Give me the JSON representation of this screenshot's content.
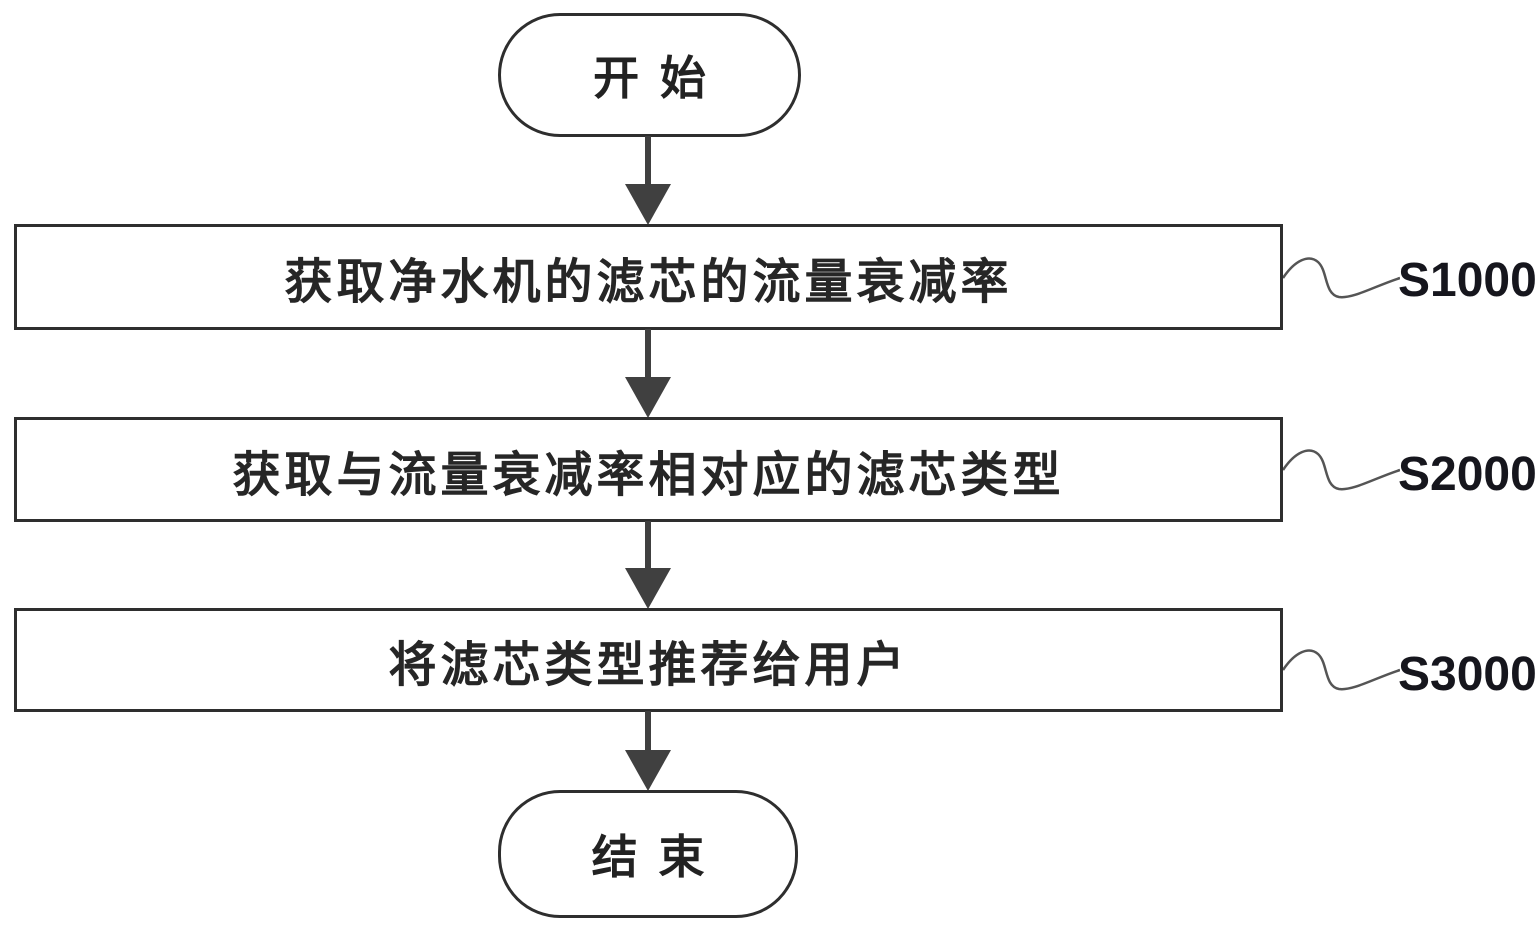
{
  "diagram": {
    "type": "flowchart",
    "start_label": "开始",
    "end_label": "结束",
    "steps": [
      {
        "id": "S1000",
        "text": "获取净水机的滤芯的流量衰减率"
      },
      {
        "id": "S2000",
        "text": "获取与流量衰减率相对应的滤芯类型"
      },
      {
        "id": "S3000",
        "text": "将滤芯类型推荐给用户"
      }
    ],
    "colors": {
      "line": "#2e2e2e",
      "arrow": "#404040",
      "squiggle": "#555555",
      "text": "#262626",
      "background": "#ffffff"
    }
  }
}
